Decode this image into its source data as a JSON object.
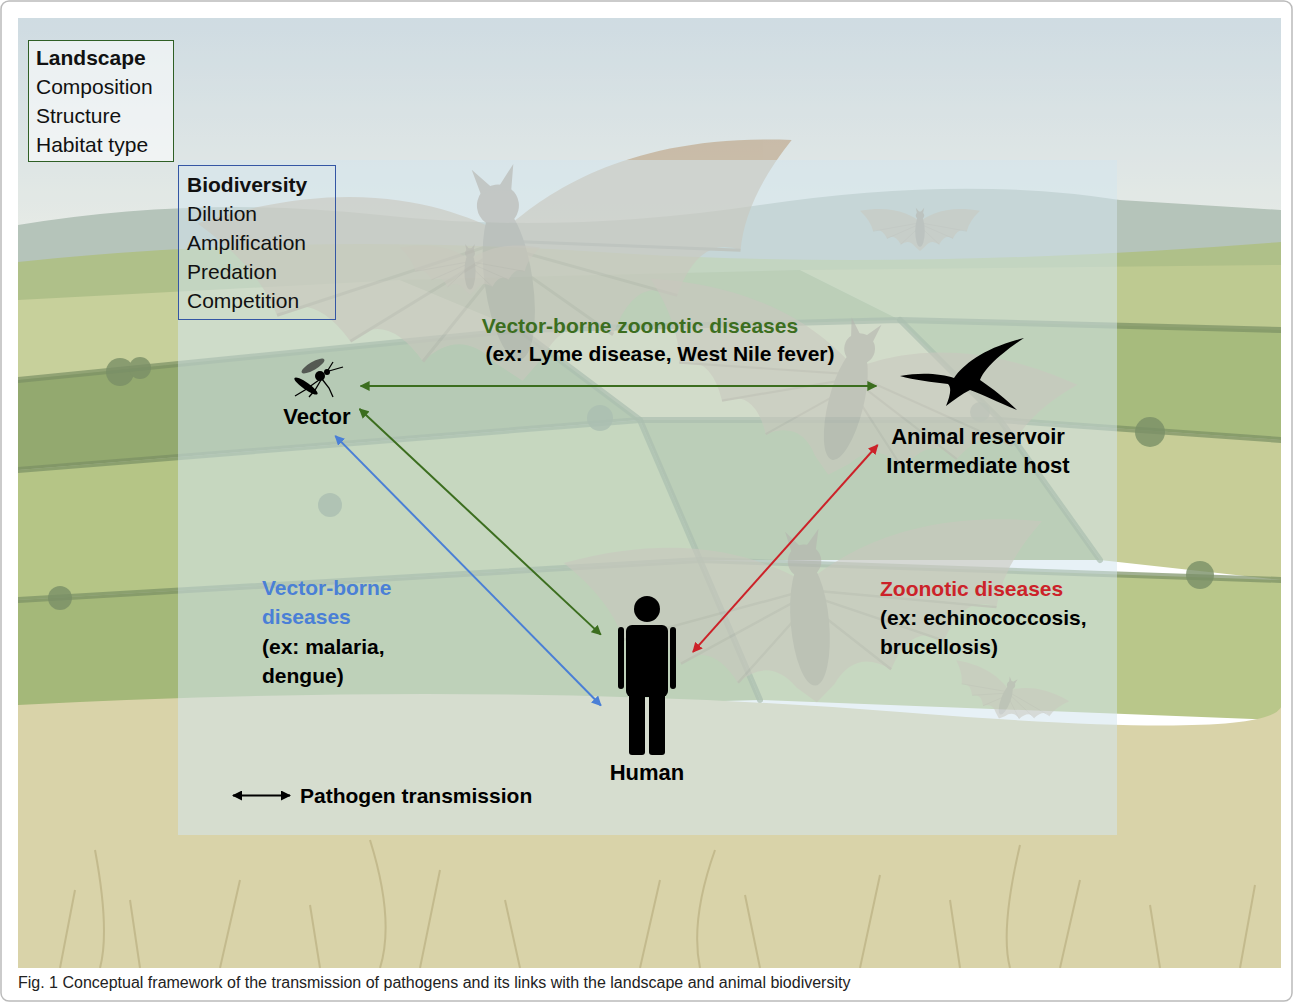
{
  "diagram": {
    "caption": "Fig. 1 Conceptual framework of the transmission of pathogens and its links with the landscape and animal biodiversity",
    "nodes": [
      {
        "text": [
          "Landscape",
          "Composition Structure Habitat type"
        ]
      },
      {
        "text": [
          "Biodiversity",
          "Dilution Amplification Predation Competition"
        ]
      },
      {
        "text": [
          "Vector"
        ]
      },
      {
        "text": [
          "Animal reservoir",
          "Intermediate host"
        ]
      },
      {
        "text": [
          "Human"
        ]
      }
    ],
    "edges": [
      {
        "from": 2,
        "to": 3,
        "arrow": "both",
        "label": "Vector-borne zoonotic diseases"
      },
      {
        "from": 2,
        "to": 4,
        "arrow": "both",
        "label": "Vector-borne diseases"
      },
      {
        "from": 2,
        "to": 4,
        "arrow": "both"
      },
      {
        "from": 3,
        "to": 4,
        "arrow": "both",
        "label": "Zoonotic diseases"
      }
    ],
    "labels": [
      "(ex: Lyme disease, West Nile fever)",
      "(ex: malaria, dengue)",
      "(ex: echinococcosis, brucellosis)"
    ],
    "legend": [
      {
        "text": "Pathogen transmission"
      }
    ]
  }
}
